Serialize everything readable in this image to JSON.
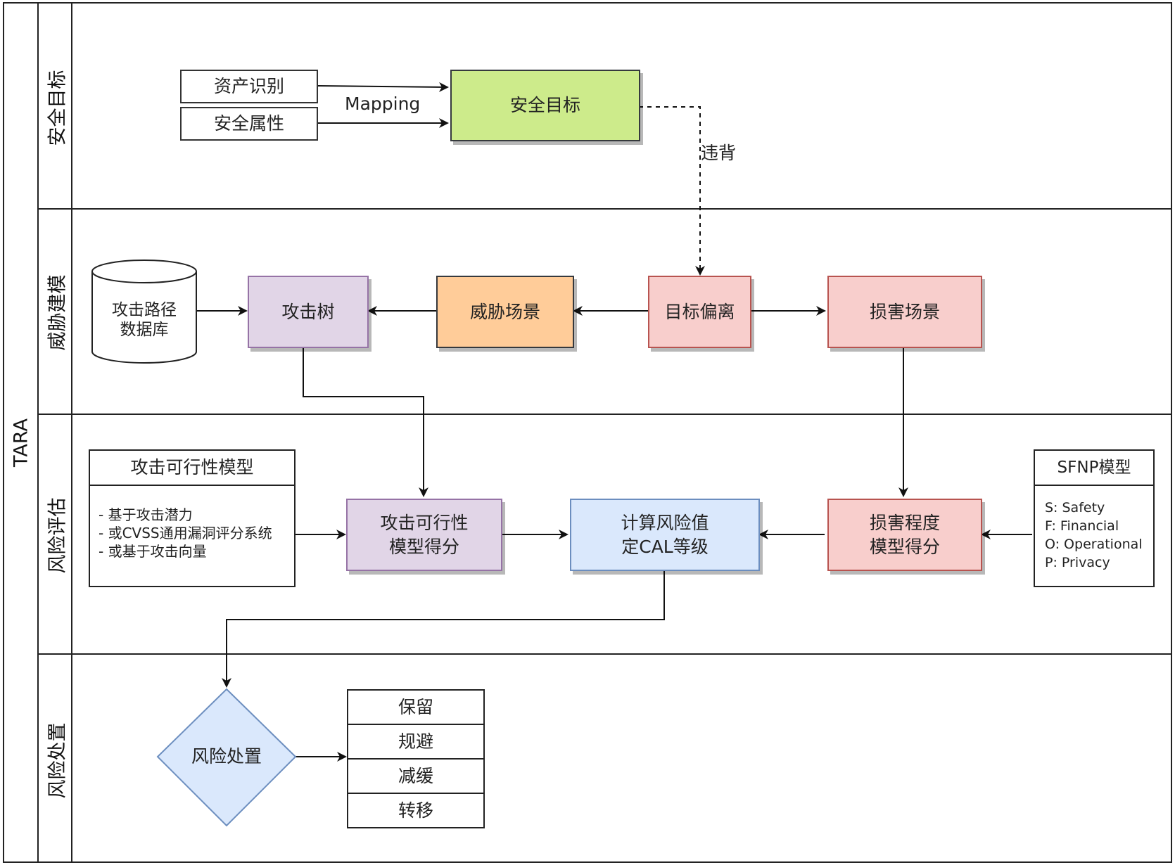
{
  "pool": {
    "title": "TARA"
  },
  "lanes": [
    {
      "title": "安全目标"
    },
    {
      "title": "威胁建模"
    },
    {
      "title": "风险评估"
    },
    {
      "title": "风险处置"
    }
  ],
  "nodes": {
    "asset_id": "资产识别",
    "security_attr": "安全属性",
    "mapping_label": "Mapping",
    "security_goal": "安全目标",
    "violate_label": "违背",
    "attack_path_db": [
      "攻击路径",
      "数据库"
    ],
    "attack_tree": "攻击树",
    "threat_scenario": "威胁场景",
    "goal_deviation": "目标偏离",
    "damage_scenario": "损害场景",
    "feasibility_model": {
      "title": "攻击可行性模型",
      "items": [
        "- 基于攻击潜力",
        "- 或CVSS通用漏洞评分系统",
        "- 或基于攻击向量"
      ]
    },
    "feasibility_score": [
      "攻击可行性",
      "模型得分"
    ],
    "risk_calc": [
      "计算风险值",
      "定CAL等级"
    ],
    "damage_score": [
      "损害程度",
      "模型得分"
    ],
    "sfnp_model": {
      "title": "SFNP模型",
      "items": [
        "S: Safety",
        "F: Financial",
        "O: Operational",
        "P: Privacy"
      ]
    },
    "risk_treatment": "风险处置",
    "treatment_options": [
      "保留",
      "规避",
      "减缓",
      "转移"
    ]
  },
  "colors": {
    "security_goal": "#cdeb8b",
    "attack_tree": "#e1d5e7",
    "threat_scenario": "#ffcc99",
    "deviation": "#f8cecc",
    "risk_calc": "#dae8fc",
    "red_border": "#b85450",
    "purple_border": "#9673a6",
    "blue_border": "#6c8ebf"
  }
}
